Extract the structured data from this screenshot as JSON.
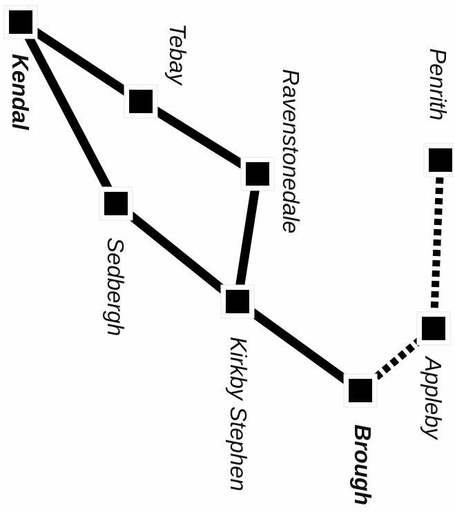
{
  "map": {
    "places": [
      {
        "id": "kendal",
        "name": "Kendal",
        "bold": true
      },
      {
        "id": "tebay",
        "name": "Tebay",
        "bold": false
      },
      {
        "id": "ravenstonedale",
        "name": "Ravenstonedale",
        "bold": false
      },
      {
        "id": "sedbergh",
        "name": "Sedbergh",
        "bold": false
      },
      {
        "id": "kirkby-stephen",
        "name": "Kirkby Stephen",
        "bold": false
      },
      {
        "id": "brough",
        "name": "Brough",
        "bold": true
      },
      {
        "id": "appleby",
        "name": "Appleby",
        "bold": false
      },
      {
        "id": "penrith",
        "name": "Penrith",
        "bold": false
      }
    ],
    "routes": [
      {
        "from": "kendal",
        "to": "tebay",
        "style": "solid"
      },
      {
        "from": "tebay",
        "to": "ravenstonedale",
        "style": "solid"
      },
      {
        "from": "ravenstonedale",
        "to": "kirkby-stephen",
        "style": "solid"
      },
      {
        "from": "kendal",
        "to": "sedbergh",
        "style": "solid"
      },
      {
        "from": "sedbergh",
        "to": "kirkby-stephen",
        "style": "solid"
      },
      {
        "from": "kirkby-stephen",
        "to": "brough",
        "style": "solid"
      },
      {
        "from": "brough",
        "to": "appleby",
        "style": "dotted"
      },
      {
        "from": "appleby",
        "to": "penrith",
        "style": "dotted"
      }
    ],
    "colors": {
      "line": "#000000",
      "marker": "#000000",
      "background": "#fefefe"
    }
  }
}
